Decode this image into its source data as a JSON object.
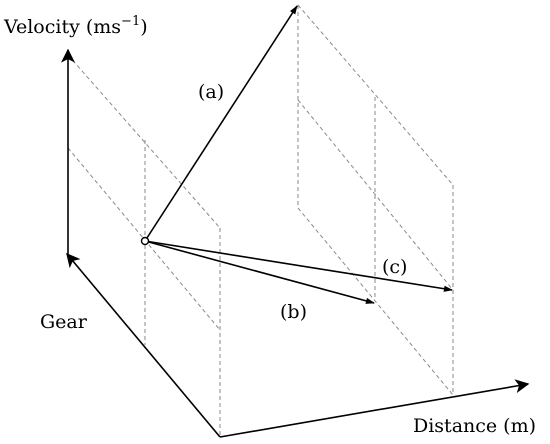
{
  "axes": {
    "velocity_label": "Velocity (ms",
    "velocity_exponent": "−1",
    "velocity_close": ")",
    "gear_label": "Gear",
    "distance_label": "Distance (m)"
  },
  "vectors": {
    "a_label": "(a)",
    "b_label": "(b)",
    "c_label": "(c)"
  }
}
